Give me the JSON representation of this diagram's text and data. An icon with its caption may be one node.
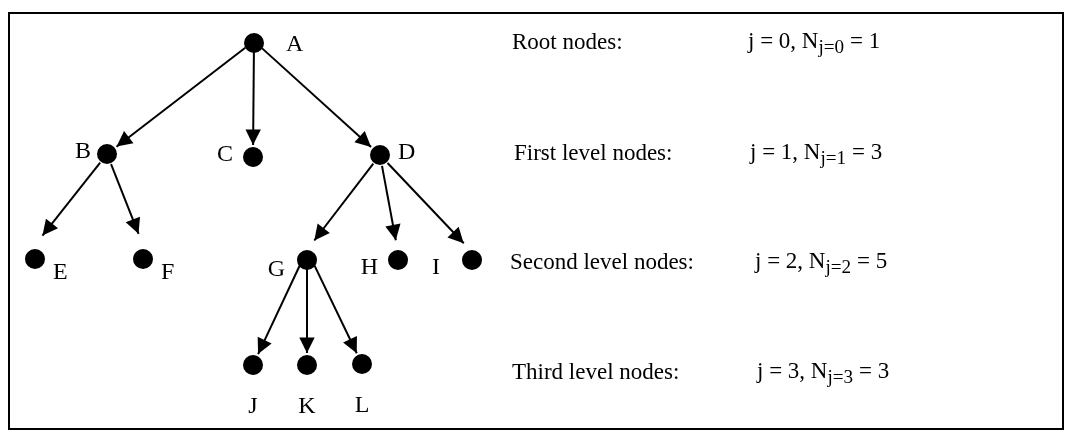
{
  "diagram": {
    "nodes": [
      {
        "text": [
          "A"
        ]
      },
      {
        "text": [
          "B"
        ]
      },
      {
        "text": [
          "C"
        ]
      },
      {
        "text": [
          "D"
        ]
      },
      {
        "text": [
          "E"
        ]
      },
      {
        "text": [
          "F"
        ]
      },
      {
        "text": [
          "G"
        ]
      },
      {
        "text": [
          "H"
        ]
      },
      {
        "text": [
          "I"
        ]
      },
      {
        "text": [
          "J"
        ]
      },
      {
        "text": [
          "K"
        ]
      },
      {
        "text": [
          "L"
        ]
      }
    ],
    "edges": [
      {
        "from": 0,
        "to": 1,
        "arrow": "to"
      },
      {
        "from": 0,
        "to": 2,
        "arrow": "to"
      },
      {
        "from": 0,
        "to": 3,
        "arrow": "to"
      },
      {
        "from": 1,
        "to": 4,
        "arrow": "to"
      },
      {
        "from": 1,
        "to": 5,
        "arrow": "to"
      },
      {
        "from": 3,
        "to": 6,
        "arrow": "to"
      },
      {
        "from": 3,
        "to": 7,
        "arrow": "to"
      },
      {
        "from": 3,
        "to": 8,
        "arrow": "to"
      },
      {
        "from": 6,
        "to": 9,
        "arrow": "to"
      },
      {
        "from": 6,
        "to": 10,
        "arrow": "to"
      },
      {
        "from": 6,
        "to": 11,
        "arrow": "to"
      }
    ],
    "labels": [
      "Root nodes:",
      "j = 0, N$_{j=0}$ = 1",
      "First level nodes:",
      "j = 1, N$_{j=1}$ = 3",
      "Second level nodes:",
      "j = 2, N$_{j=2}$ = 5",
      "Third level nodes:",
      "j = 3, N$_{j=3}$ = 3"
    ]
  }
}
